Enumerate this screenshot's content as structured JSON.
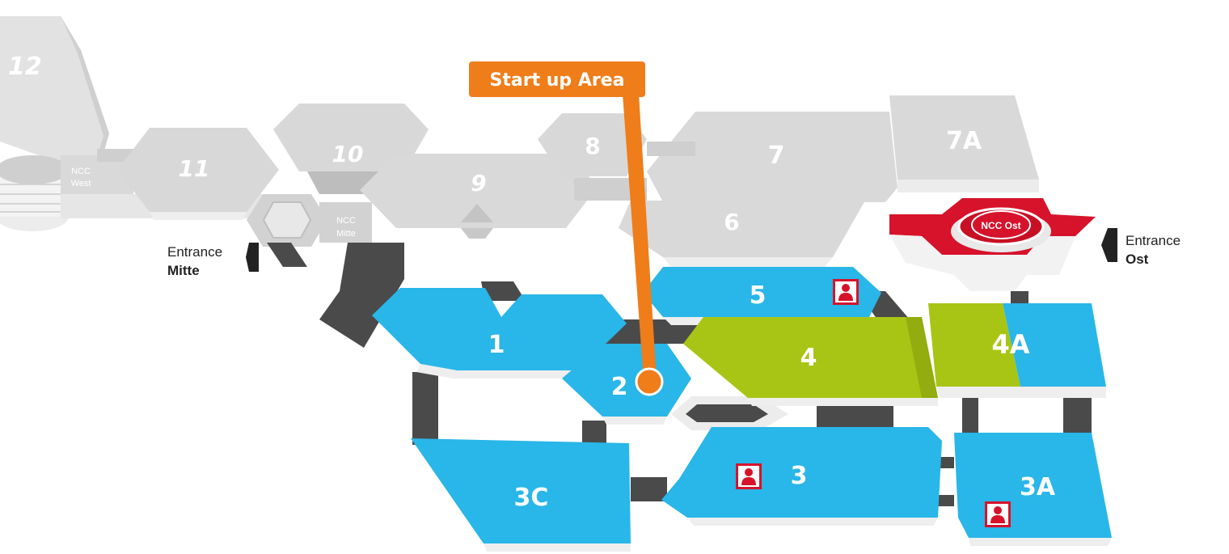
{
  "colors": {
    "blue": "#29b6e8",
    "green": "#a8c515",
    "red": "#d6132b",
    "orange": "#ef7d1a",
    "gray": "#d9d9d9",
    "dark": "#4a4a4a"
  },
  "callout": {
    "label": "Start up Area",
    "hall": "2"
  },
  "halls": {
    "h12": "12",
    "h11": "11",
    "h10": "10",
    "h9": "9",
    "h8": "8",
    "h7": "7",
    "h7a": "7A",
    "h6": "6",
    "h5": "5",
    "h4": "4",
    "h4a": "4A",
    "h1": "1",
    "h2": "2",
    "h3": "3",
    "h3a": "3A",
    "h3c": "3C"
  },
  "buildings": {
    "ncc_west_1": "NCC",
    "ncc_west_2": "West",
    "ncc_mitte_1": "NCC",
    "ncc_mitte_2": "Mitte",
    "ncc_ost": "NCC Ost"
  },
  "entrances": {
    "mitte_1": "Entrance",
    "mitte_2": "Mitte",
    "ost_1": "Entrance",
    "ost_2": "Ost"
  },
  "icons": [
    "person-icon"
  ]
}
